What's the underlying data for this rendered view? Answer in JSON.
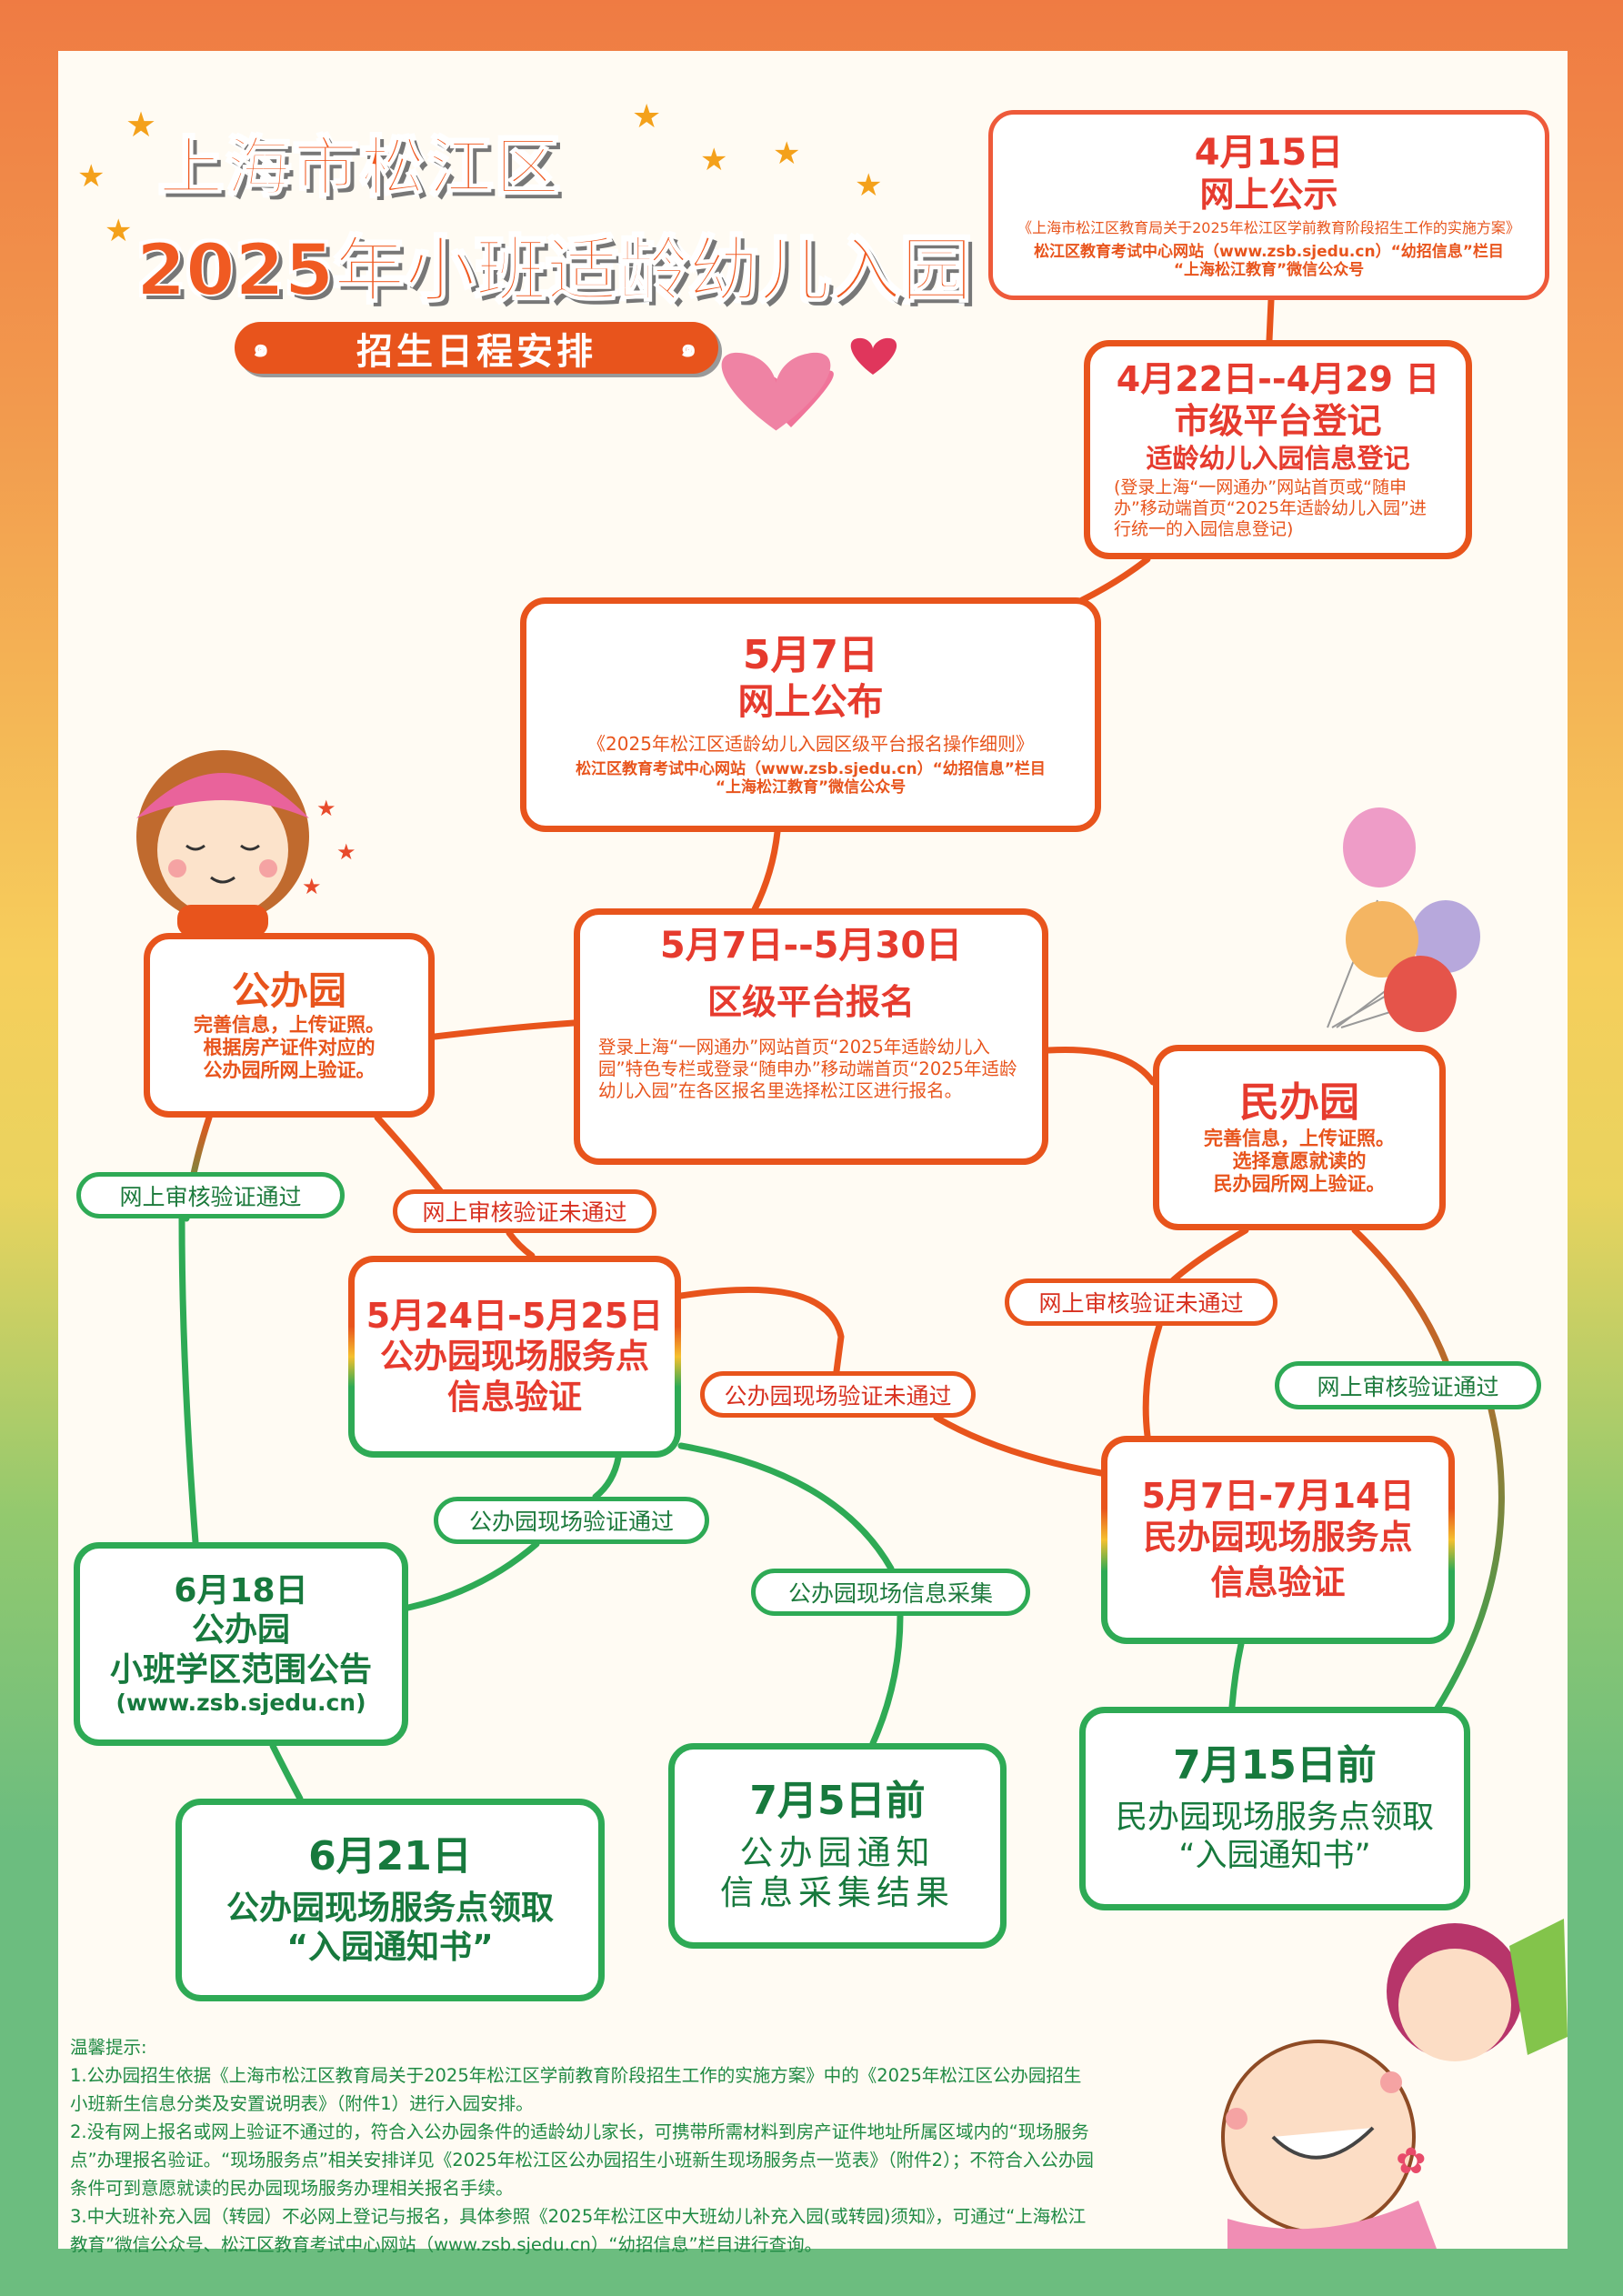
{
  "header": {
    "title_line1": "上海市松江区",
    "title_line2": "2025年小班适龄幼儿入园",
    "subtitle": "招生日程安排"
  },
  "colors": {
    "orange": "#E8541C",
    "red": "#E63B2E",
    "green": "#2EAA55",
    "dark_green": "#17793D",
    "panel": "#FFFBF3"
  },
  "nodes": {
    "apr15": {
      "date": "4月15日",
      "title": "网上公示",
      "doc": "《上海市松江区教育局关于2025年松江区学前教育阶段招生工作的实施方案》",
      "site": "松江区教育考试中心网站（www.zsb.sjedu.cn）“幼招信息”栏目",
      "wechat": "“上海松江教育”微信公众号"
    },
    "apr22": {
      "date": "4月22日--4月29 日",
      "title": "市级平台登记",
      "subtitle": "适龄幼儿入园信息登记",
      "desc": "(登录上海“一网通办”网站首页或“随申办”移动端首页“2025年适龄幼儿入园”进行统一的入园信息登记)"
    },
    "may7": {
      "date": "5月7日",
      "title": "网上公布",
      "doc": "《2025年松江区适龄幼儿入园区级平台报名操作细则》",
      "site": "松江区教育考试中心网站（www.zsb.sjedu.cn）“幼招信息”栏目",
      "wechat": "“上海松江教育”微信公众号"
    },
    "may7_30": {
      "date": "5月7日--5月30日",
      "title": "区级平台报名",
      "desc": "登录上海“一网通办”网站首页“2025年适龄幼儿入园”特色专栏或登录“随申办”移动端首页“2025年适龄幼儿入园”在各区报名里选择松江区进行报名。"
    },
    "public": {
      "title": "公办园",
      "line1": "完善信息，上传证照。",
      "line2": "根据房产证件对应的",
      "line3": "公办园所网上验证。"
    },
    "private": {
      "title": "民办园",
      "line1": "完善信息，上传证照。",
      "line2": "选择意愿就读的",
      "line3": "民办园所网上验证。"
    },
    "may24": {
      "date": "5月24日-5月25日",
      "line1": "公办园现场服务点",
      "line2": "信息验证"
    },
    "may7_jul14": {
      "date": "5月7日-7月14日",
      "line1": "民办园现场服务点",
      "line2": "信息验证"
    },
    "jun18": {
      "date": "6月18日",
      "line1": "公办园",
      "line2": "小班学区范围公告",
      "line3": "(www.zsb.sjedu.cn)"
    },
    "jun21": {
      "date": "6月21日",
      "line1": "公办园现场服务点领取",
      "line2": "“入园通知书”"
    },
    "jul5": {
      "date": "7月5日前",
      "line1": "公办园通知",
      "line2": "信息采集结果"
    },
    "jul15": {
      "date": "7月15日前",
      "line1": "民办园现场服务点领取",
      "line2": "“入园通知书”"
    }
  },
  "labels": {
    "pass_left": "网上审核验证通过",
    "fail_mid": "网上审核验证未通过",
    "fail_right": "网上审核验证未通过",
    "pass_right": "网上审核验证通过",
    "onsite_fail": "公办园现场验证未通过",
    "onsite_pass": "公办园现场验证通过",
    "onsite_collect": "公办园现场信息采集"
  },
  "notes": {
    "heading": "温馨提示:",
    "items": [
      "1.公办园招生依据《上海市松江区教育局关于2025年松江区学前教育阶段招生工作的实施方案》中的《2025年松江区公办园招生小班新生信息分类及安置说明表》（附件1）进行入园安排。",
      "2.没有网上报名或网上验证不通过的，符合入公办园条件的适龄幼儿家长，可携带所需材料到房产证件地址所属区域内的“现场服务点”办理报名验证。“现场服务点”相关安排详见《2025年松江区公办园招生小班新生现场服务点一览表》（附件2）；不符合入公办园条件可到意愿就读的民办园现场服务办理相关报名手续。",
      "3.中大班补充入园（转园）不必网上登记与报名，具体参照《2025年松江区中大班幼儿补充入园(或转园)须知》，可通过“上海松江教育”微信公众号、松江区教育考试中心网站（www.zsb.sjedu.cn）“幼招信息”栏目进行查询。"
    ]
  }
}
